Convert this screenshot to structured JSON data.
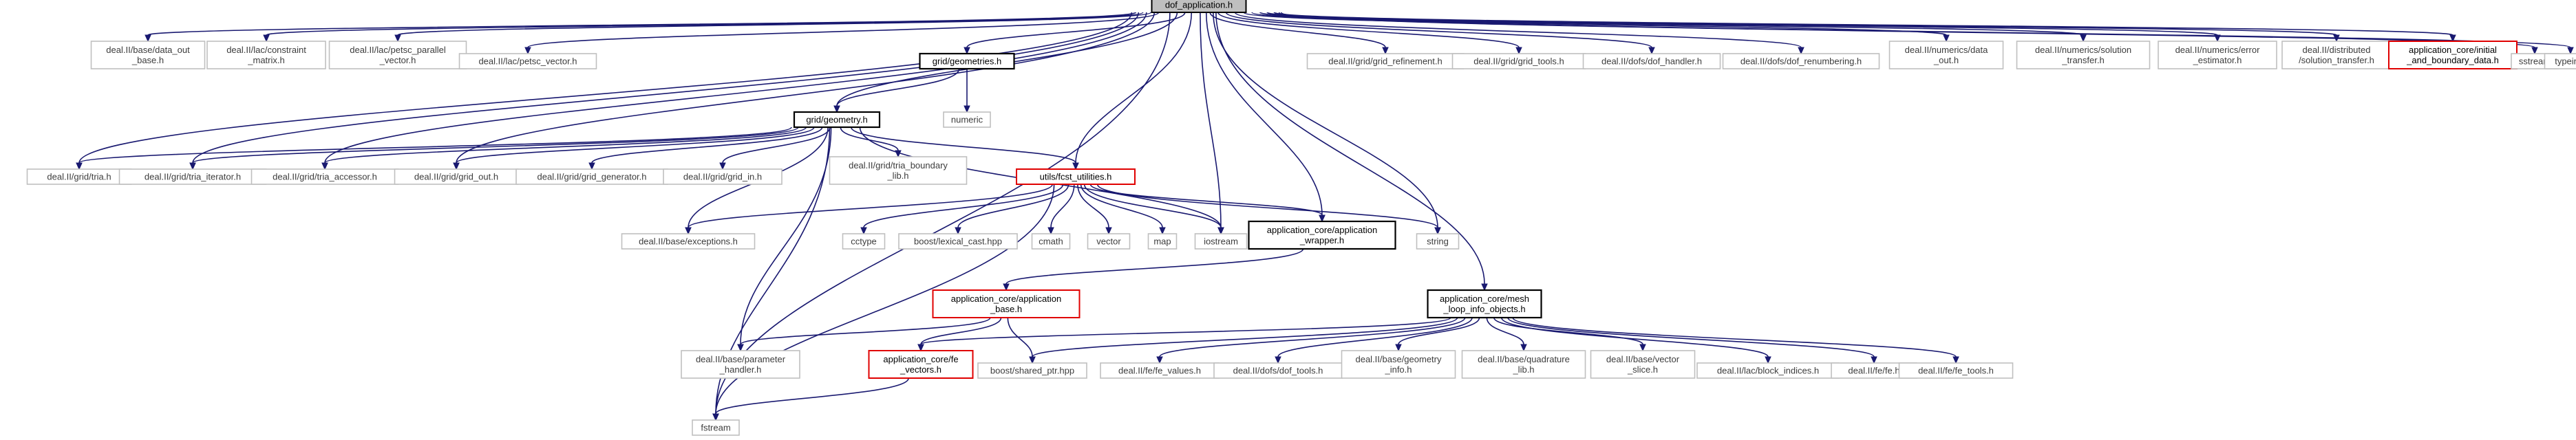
{
  "title": "dof_application.h",
  "colors": {
    "edge": "#191970",
    "box_gray": "#bfbfbf",
    "box_red": "#e00000",
    "box_black": "#000000",
    "root_fill": "#bfbfbf"
  },
  "nodes": [
    {
      "id": "dof_application",
      "lines": [
        "dof_application.h"
      ],
      "style": "root"
    },
    {
      "id": "data_out_base",
      "lines": [
        "deal.II/base/data_out",
        "_base.h"
      ],
      "style": "gray"
    },
    {
      "id": "constraint_matrix",
      "lines": [
        "deal.II/lac/constraint",
        "_matrix.h"
      ],
      "style": "gray"
    },
    {
      "id": "petsc_parallel_vector",
      "lines": [
        "deal.II/lac/petsc_parallel",
        "_vector.h"
      ],
      "style": "gray"
    },
    {
      "id": "petsc_vector",
      "lines": [
        "deal.II/lac/petsc_vector.h"
      ],
      "style": "gray"
    },
    {
      "id": "grid_geometries",
      "lines": [
        "grid/geometries.h"
      ],
      "style": "black"
    },
    {
      "id": "grid_refinement",
      "lines": [
        "deal.II/grid/grid_refinement.h"
      ],
      "style": "gray"
    },
    {
      "id": "grid_tools",
      "lines": [
        "deal.II/grid/grid_tools.h"
      ],
      "style": "gray"
    },
    {
      "id": "dof_handler",
      "lines": [
        "deal.II/dofs/dof_handler.h"
      ],
      "style": "gray"
    },
    {
      "id": "dof_renumbering",
      "lines": [
        "deal.II/dofs/dof_renumbering.h"
      ],
      "style": "gray"
    },
    {
      "id": "numerics_data_out",
      "lines": [
        "deal.II/numerics/data",
        "_out.h"
      ],
      "style": "gray"
    },
    {
      "id": "solution_transfer_numerics",
      "lines": [
        "deal.II/numerics/solution",
        "_transfer.h"
      ],
      "style": "gray"
    },
    {
      "id": "error_estimator",
      "lines": [
        "deal.II/numerics/error",
        "_estimator.h"
      ],
      "style": "gray"
    },
    {
      "id": "distributed_solution_transfer",
      "lines": [
        "deal.II/distributed",
        "/solution_transfer.h"
      ],
      "style": "gray"
    },
    {
      "id": "initial_boundary_data",
      "lines": [
        "application_core/initial",
        "_and_boundary_data.h"
      ],
      "style": "red"
    },
    {
      "id": "sstream",
      "lines": [
        "sstream"
      ],
      "style": "gray"
    },
    {
      "id": "typeinfo",
      "lines": [
        "typeinfo"
      ],
      "style": "gray"
    },
    {
      "id": "numeric",
      "lines": [
        "numeric"
      ],
      "style": "gray"
    },
    {
      "id": "grid_geometry",
      "lines": [
        "grid/geometry.h"
      ],
      "style": "black"
    },
    {
      "id": "tria",
      "lines": [
        "deal.II/grid/tria.h"
      ],
      "style": "gray"
    },
    {
      "id": "tria_iterator",
      "lines": [
        "deal.II/grid/tria_iterator.h"
      ],
      "style": "gray"
    },
    {
      "id": "tria_accessor",
      "lines": [
        "deal.II/grid/tria_accessor.h"
      ],
      "style": "gray"
    },
    {
      "id": "grid_out",
      "lines": [
        "deal.II/grid/grid_out.h"
      ],
      "style": "gray"
    },
    {
      "id": "grid_generator",
      "lines": [
        "deal.II/grid/grid_generator.h"
      ],
      "style": "gray"
    },
    {
      "id": "grid_in",
      "lines": [
        "deal.II/grid/grid_in.h"
      ],
      "style": "gray"
    },
    {
      "id": "tria_boundary_lib",
      "lines": [
        "deal.II/grid/tria_boundary",
        "_lib.h"
      ],
      "style": "gray"
    },
    {
      "id": "fcst_utilities",
      "lines": [
        "utils/fcst_utilities.h"
      ],
      "style": "red"
    },
    {
      "id": "exceptions",
      "lines": [
        "deal.II/base/exceptions.h"
      ],
      "style": "gray"
    },
    {
      "id": "cctype",
      "lines": [
        "cctype"
      ],
      "style": "gray"
    },
    {
      "id": "lexical_cast",
      "lines": [
        "boost/lexical_cast.hpp"
      ],
      "style": "gray"
    },
    {
      "id": "cmath",
      "lines": [
        "cmath"
      ],
      "style": "gray"
    },
    {
      "id": "vector",
      "lines": [
        "vector"
      ],
      "style": "gray"
    },
    {
      "id": "map",
      "lines": [
        "map"
      ],
      "style": "gray"
    },
    {
      "id": "iostream",
      "lines": [
        "iostream"
      ],
      "style": "gray"
    },
    {
      "id": "application_wrapper",
      "lines": [
        "application_core/application",
        "_wrapper.h"
      ],
      "style": "black"
    },
    {
      "id": "string",
      "lines": [
        "string"
      ],
      "style": "gray"
    },
    {
      "id": "application_base",
      "lines": [
        "application_core/application",
        "_base.h"
      ],
      "style": "red"
    },
    {
      "id": "mesh_loop_info_objects",
      "lines": [
        "application_core/mesh",
        "_loop_info_objects.h"
      ],
      "style": "black"
    },
    {
      "id": "parameter_handler",
      "lines": [
        "deal.II/base/parameter",
        "_handler.h"
      ],
      "style": "gray"
    },
    {
      "id": "fe_vectors",
      "lines": [
        "application_core/fe",
        "_vectors.h"
      ],
      "style": "red"
    },
    {
      "id": "shared_ptr",
      "lines": [
        "boost/shared_ptr.hpp"
      ],
      "style": "gray"
    },
    {
      "id": "fe_values",
      "lines": [
        "deal.II/fe/fe_values.h"
      ],
      "style": "gray"
    },
    {
      "id": "dof_tools",
      "lines": [
        "deal.II/dofs/dof_tools.h"
      ],
      "style": "gray"
    },
    {
      "id": "geometry_info",
      "lines": [
        "deal.II/base/geometry",
        "_info.h"
      ],
      "style": "gray"
    },
    {
      "id": "quadrature_lib",
      "lines": [
        "deal.II/base/quadrature",
        "_lib.h"
      ],
      "style": "gray"
    },
    {
      "id": "vector_slice",
      "lines": [
        "deal.II/base/vector",
        "_slice.h"
      ],
      "style": "gray"
    },
    {
      "id": "block_indices",
      "lines": [
        "deal.II/lac/block_indices.h"
      ],
      "style": "gray"
    },
    {
      "id": "fe",
      "lines": [
        "deal.II/fe/fe.h"
      ],
      "style": "gray"
    },
    {
      "id": "fe_tools",
      "lines": [
        "deal.II/fe/fe_tools.h"
      ],
      "style": "gray"
    },
    {
      "id": "fstream",
      "lines": [
        "fstream"
      ],
      "style": "gray"
    }
  ],
  "edges": [
    [
      "dof_application",
      "data_out_base"
    ],
    [
      "dof_application",
      "constraint_matrix"
    ],
    [
      "dof_application",
      "petsc_parallel_vector"
    ],
    [
      "dof_application",
      "petsc_vector"
    ],
    [
      "dof_application",
      "grid_geometries"
    ],
    [
      "dof_application",
      "grid_refinement"
    ],
    [
      "dof_application",
      "grid_tools"
    ],
    [
      "dof_application",
      "dof_handler"
    ],
    [
      "dof_application",
      "dof_renumbering"
    ],
    [
      "dof_application",
      "numerics_data_out"
    ],
    [
      "dof_application",
      "solution_transfer_numerics"
    ],
    [
      "dof_application",
      "error_estimator"
    ],
    [
      "dof_application",
      "distributed_solution_transfer"
    ],
    [
      "dof_application",
      "initial_boundary_data"
    ],
    [
      "dof_application",
      "sstream"
    ],
    [
      "dof_application",
      "typeinfo"
    ],
    [
      "dof_application",
      "grid_geometry"
    ],
    [
      "dof_application",
      "tria"
    ],
    [
      "dof_application",
      "tria_iterator"
    ],
    [
      "dof_application",
      "tria_accessor"
    ],
    [
      "dof_application",
      "grid_out"
    ],
    [
      "dof_application",
      "fcst_utilities"
    ],
    [
      "dof_application",
      "iostream"
    ],
    [
      "dof_application",
      "application_wrapper"
    ],
    [
      "dof_application",
      "string"
    ],
    [
      "dof_application",
      "mesh_loop_info_objects"
    ],
    [
      "dof_application",
      "fstream"
    ],
    [
      "grid_geometries",
      "numeric"
    ],
    [
      "grid_geometries",
      "grid_geometry"
    ],
    [
      "grid_geometry",
      "tria"
    ],
    [
      "grid_geometry",
      "tria_iterator"
    ],
    [
      "grid_geometry",
      "tria_accessor"
    ],
    [
      "grid_geometry",
      "grid_out"
    ],
    [
      "grid_geometry",
      "grid_generator"
    ],
    [
      "grid_geometry",
      "grid_in"
    ],
    [
      "grid_geometry",
      "tria_boundary_lib"
    ],
    [
      "grid_geometry",
      "fcst_utilities"
    ],
    [
      "grid_geometry",
      "exceptions"
    ],
    [
      "grid_geometry",
      "iostream"
    ],
    [
      "grid_geometry",
      "parameter_handler"
    ],
    [
      "grid_geometry",
      "fstream"
    ],
    [
      "fcst_utilities",
      "exceptions"
    ],
    [
      "fcst_utilities",
      "cctype"
    ],
    [
      "fcst_utilities",
      "lexical_cast"
    ],
    [
      "fcst_utilities",
      "cmath"
    ],
    [
      "fcst_utilities",
      "vector"
    ],
    [
      "fcst_utilities",
      "map"
    ],
    [
      "fcst_utilities",
      "iostream"
    ],
    [
      "fcst_utilities",
      "application_wrapper"
    ],
    [
      "fcst_utilities",
      "string"
    ],
    [
      "fcst_utilities",
      "fstream"
    ],
    [
      "application_wrapper",
      "application_base"
    ],
    [
      "application_base",
      "parameter_handler"
    ],
    [
      "application_base",
      "fe_vectors"
    ],
    [
      "application_base",
      "shared_ptr"
    ],
    [
      "mesh_loop_info_objects",
      "fe_vectors"
    ],
    [
      "mesh_loop_info_objects",
      "shared_ptr"
    ],
    [
      "mesh_loop_info_objects",
      "fe_values"
    ],
    [
      "mesh_loop_info_objects",
      "dof_tools"
    ],
    [
      "mesh_loop_info_objects",
      "geometry_info"
    ],
    [
      "mesh_loop_info_objects",
      "quadrature_lib"
    ],
    [
      "mesh_loop_info_objects",
      "vector_slice"
    ],
    [
      "mesh_loop_info_objects",
      "block_indices"
    ],
    [
      "mesh_loop_info_objects",
      "fe"
    ],
    [
      "mesh_loop_info_objects",
      "fe_tools"
    ],
    [
      "fe_vectors",
      "fstream"
    ]
  ]
}
